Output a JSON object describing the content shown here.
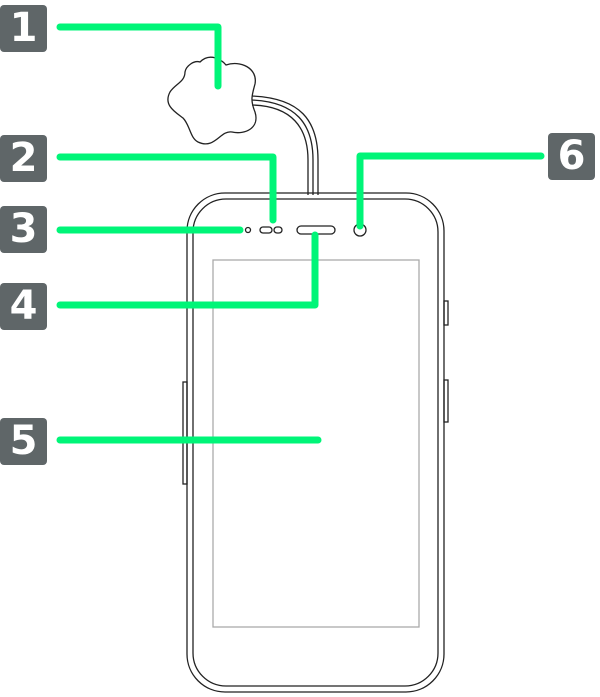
{
  "callouts": [
    {
      "number": "1",
      "target": "strap"
    },
    {
      "number": "2",
      "target": "proximity-light-sensor"
    },
    {
      "number": "3",
      "target": "notification-lamp"
    },
    {
      "number": "4",
      "target": "earpiece"
    },
    {
      "number": "5",
      "target": "display"
    },
    {
      "number": "6",
      "target": "front-camera"
    }
  ],
  "colors": {
    "callout_line": "#00f578",
    "badge": "#5f6668"
  }
}
